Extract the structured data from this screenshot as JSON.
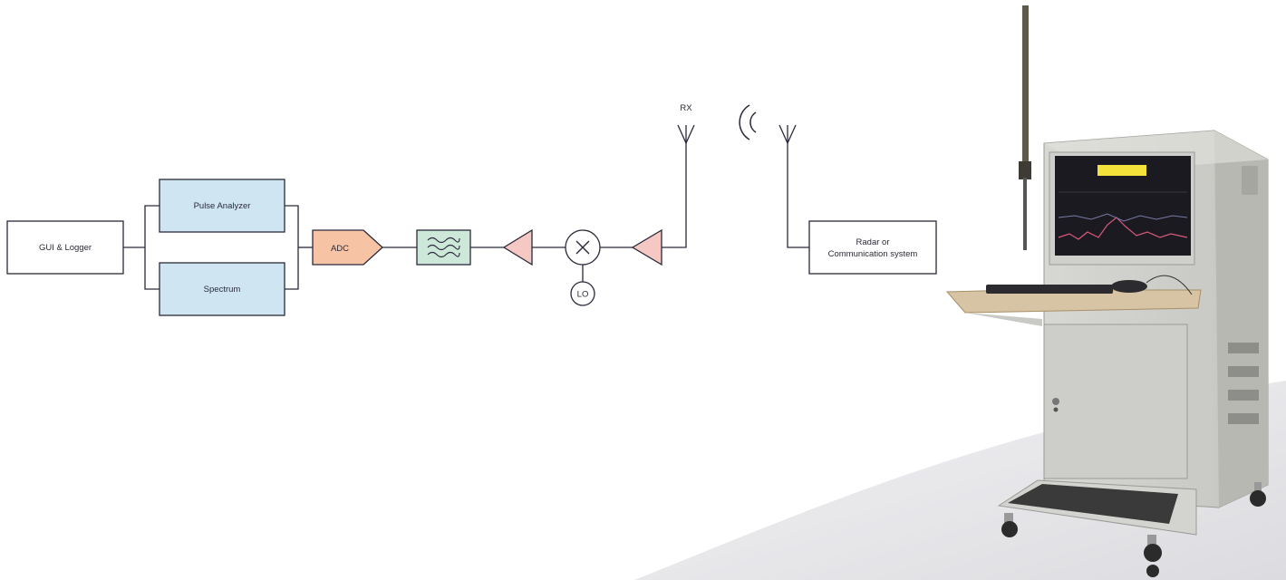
{
  "blocks": {
    "gui_logger": "GUI & Logger",
    "pulse_analyzer": "Pulse Analyzer",
    "spectrum": "Spectrum",
    "adc": "ADC",
    "lo": "LO",
    "rx": "RX",
    "radar_line1": "Radar or",
    "radar_line2": "Communication system"
  },
  "colors": {
    "analyzer_fill": "#cfe6f2",
    "adc_fill": "#f6c4a4",
    "filter_fill": "#cde8d9",
    "amp_fill": "#f5c8c4",
    "line": "#2a2a3a"
  },
  "icons": [
    "filter-icon",
    "mixer-icon",
    "amplifier-icon",
    "antenna-icon",
    "radio-waves-icon"
  ]
}
